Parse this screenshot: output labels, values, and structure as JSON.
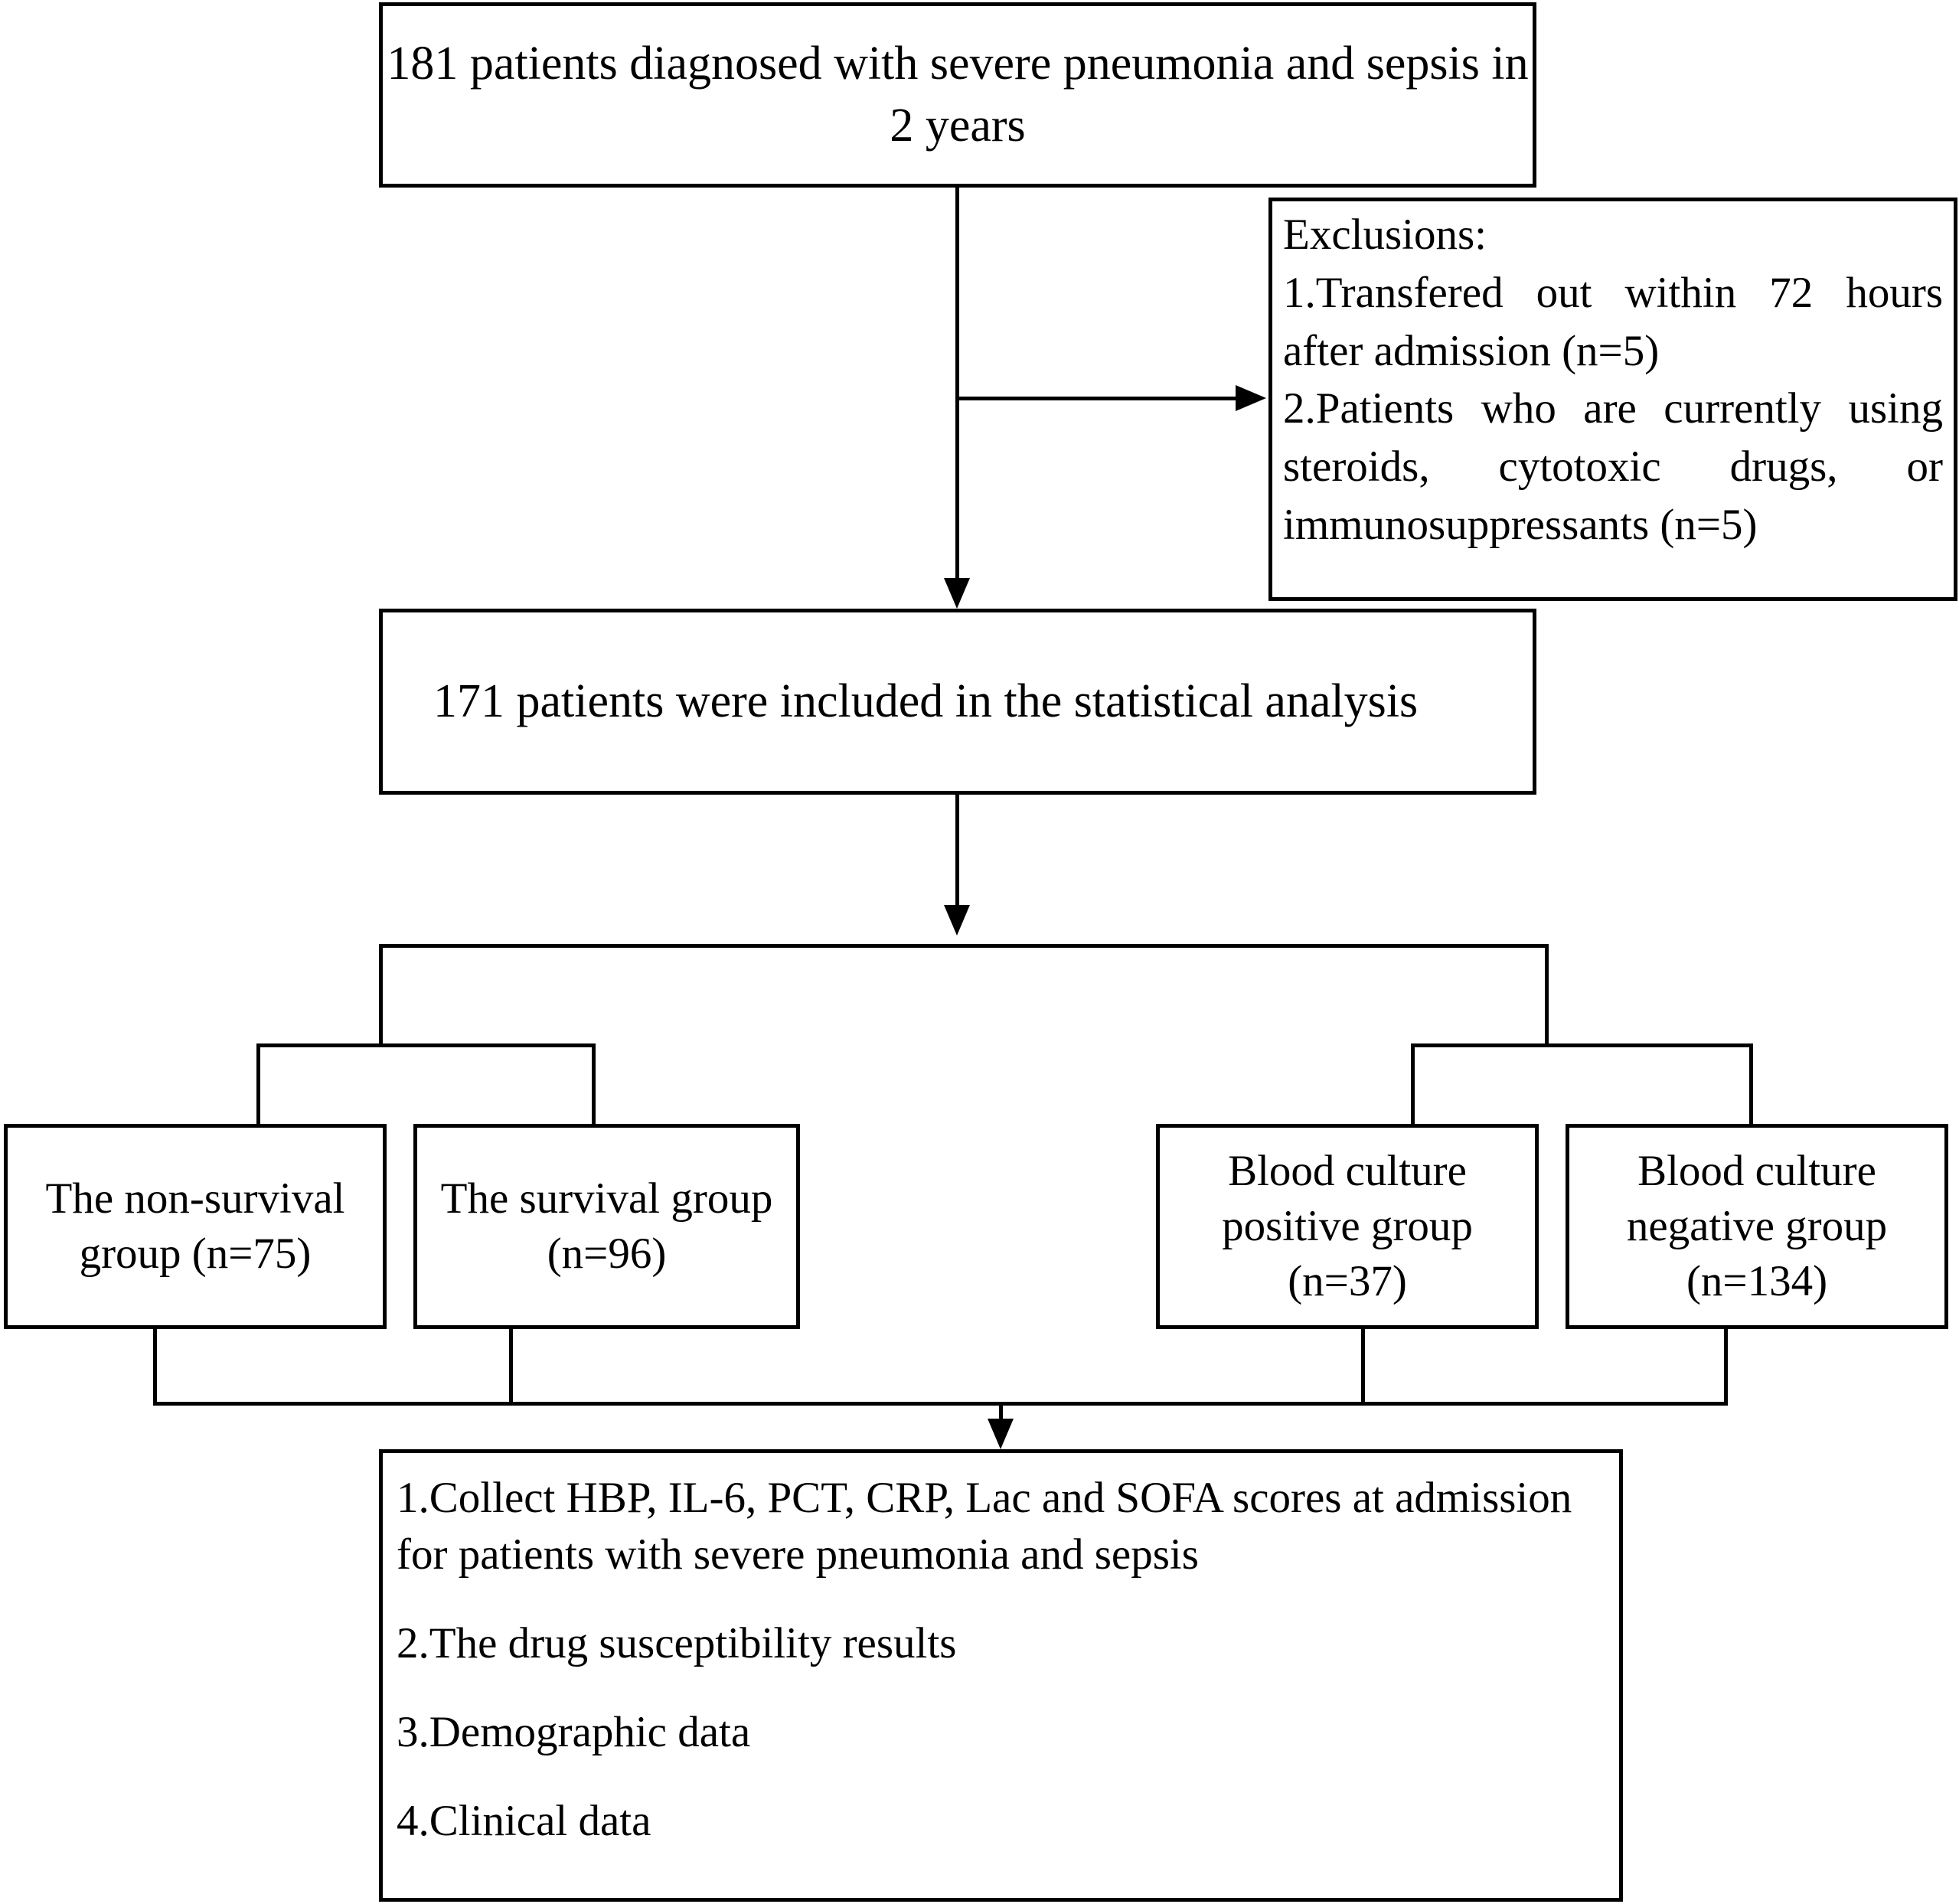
{
  "diagram": {
    "title": "Patient enrollment and grouping flowchart",
    "type": "flowchart",
    "line_color": "#000000",
    "background_color": "#ffffff",
    "text_color": "#000000"
  },
  "nodes": {
    "enrolled": {
      "text": "181 patients diagnosed with severe pneumonia and sepsis in 2 years",
      "count": 181
    },
    "exclusions": {
      "heading": "Exclusions:",
      "item1": "1.Transfered out within 72 hours after admission (n=5)",
      "item2": "2.Patients who are currently using steroids, cytotoxic drugs, or immunosuppressants (n=5)",
      "item1_n": 5,
      "item2_n": 5
    },
    "included": {
      "text": "171 patients were included in the statistical analysis",
      "count": 171
    },
    "non_survival": {
      "text": "The non-survival group (n=75)",
      "count": 75
    },
    "survival": {
      "text": "The survival group (n=96)",
      "count": 96
    },
    "bc_positive": {
      "text": "Blood culture positive group (n=37)",
      "count": 37
    },
    "bc_negative": {
      "text": "Blood culture negative group (n=134)",
      "count": 134
    },
    "outcomes": {
      "item1": "1.Collect HBP, IL-6, PCT, CRP, Lac and SOFA scores at admission for patients with severe pneumonia and sepsis",
      "item2": "2.The drug susceptibility results",
      "item3": "3.Demographic data",
      "item4": "4.Clinical data"
    }
  }
}
